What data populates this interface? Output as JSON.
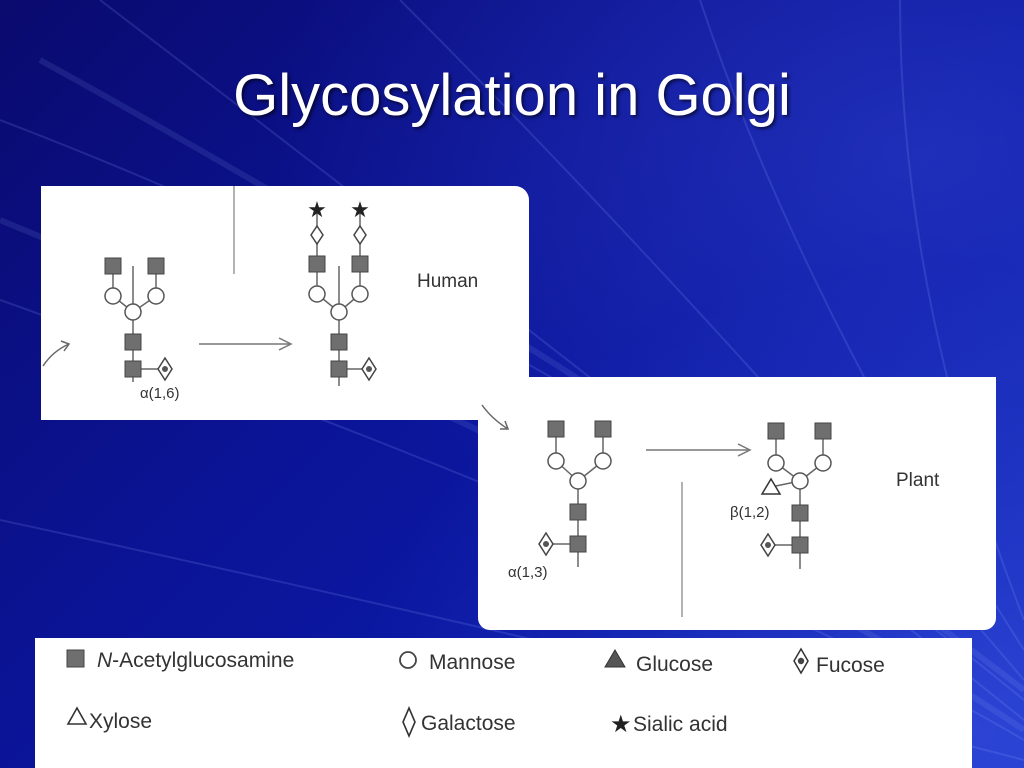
{
  "slide": {
    "title": "Glycosylation in Golgi"
  },
  "diagram": {
    "human": {
      "label": "Human",
      "linkage": "α(1,6)"
    },
    "plant": {
      "label": "Plant",
      "linkage_core": "α(1,3)",
      "linkage_xylose": "β(1,2)"
    }
  },
  "legend": {
    "items": [
      {
        "symbol": "filled-square",
        "prefix": "N",
        "name": "-Acetylglucosamine"
      },
      {
        "symbol": "open-circle",
        "name": "Mannose"
      },
      {
        "symbol": "filled-triangle",
        "name": "Glucose"
      },
      {
        "symbol": "dotted-diamond",
        "name": "Fucose"
      },
      {
        "symbol": "open-triangle",
        "name": "Xylose"
      },
      {
        "symbol": "open-diamond",
        "name": "Galactose"
      },
      {
        "symbol": "star",
        "name": "Sialic acid"
      }
    ]
  },
  "colors": {
    "background": "#0b1496",
    "glcnac": "#6f6f6f",
    "title": "#ffffff"
  }
}
